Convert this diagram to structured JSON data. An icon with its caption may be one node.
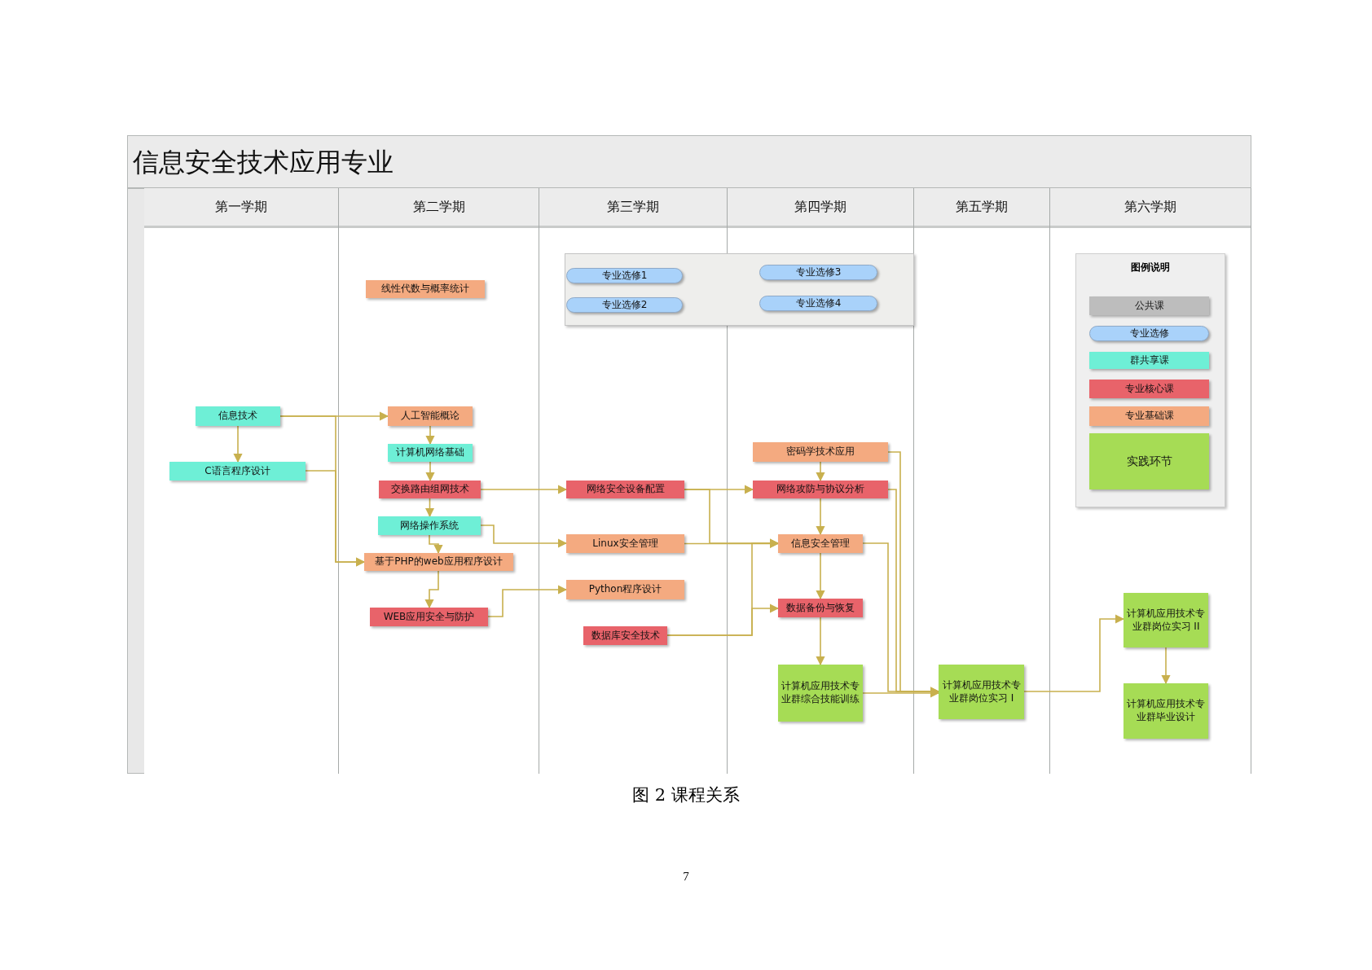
{
  "diagram": {
    "title": "信息安全技术应用专业",
    "caption": "图 2 课程关系",
    "nodes": [
      {
        "text": [
          "第一学期"
        ]
      },
      {
        "text": [
          "第二学期"
        ]
      },
      {
        "text": [
          "第三学期"
        ]
      },
      {
        "text": [
          "第四学期"
        ]
      },
      {
        "text": [
          "第五学期"
        ]
      },
      {
        "text": [
          "第六学期"
        ]
      },
      {
        "text": [
          "信息技术"
        ],
        "in": 0
      },
      {
        "text": [
          "C语言程序设计"
        ],
        "in": 0
      },
      {
        "text": [
          "线性代数与概率统计"
        ],
        "in": 1
      },
      {
        "text": [
          "人工智能概论"
        ],
        "in": 1
      },
      {
        "text": [
          "计算机网络基础"
        ],
        "in": 1
      },
      {
        "text": [
          "交换路由组网技术"
        ],
        "in": 1
      },
      {
        "text": [
          "网络操作系统"
        ],
        "in": 1
      },
      {
        "text": [
          "基于PHP的web应用程序设计"
        ],
        "in": 1
      },
      {
        "text": [
          "WEB应用安全与防护"
        ],
        "in": 1
      },
      {
        "text": [
          "网络安全设备配置"
        ],
        "in": 2
      },
      {
        "text": [
          "Linux安全管理"
        ],
        "in": 2
      },
      {
        "text": [
          "Python程序设计"
        ],
        "in": 2
      },
      {
        "text": [
          "数据库安全技术"
        ],
        "in": 2
      },
      {
        "text": [
          "密码学技术应用"
        ],
        "in": 3
      },
      {
        "text": [
          "网络攻防与协议分析"
        ],
        "in": 3
      },
      {
        "text": [
          "信息安全管理"
        ],
        "in": 3
      },
      {
        "text": [
          "数据备份与恢复"
        ],
        "in": 3
      },
      {
        "text": [
          "计算机应用技术专业群综合技能训练"
        ],
        "in": 3
      },
      {
        "text": [
          "计算机应用技术专业群岗位实习 I"
        ],
        "in": 4
      },
      {
        "text": [
          "计算机应用技术专业群岗位实习 II"
        ],
        "in": 5
      },
      {
        "text": [
          "计算机应用技术专业群毕业设计"
        ],
        "in": 5
      },
      {
        "text": [],
        "shape": "box"
      },
      {
        "text": [
          "专业选修1"
        ]
      },
      {
        "text": [
          "专业选修2"
        ]
      },
      {
        "text": [
          "专业选修3"
        ]
      },
      {
        "text": [
          "专业选修4"
        ]
      }
    ],
    "edges": [
      {
        "from": 6,
        "to": 9,
        "arrow": "to"
      },
      {
        "from": 6,
        "to": 7,
        "arrow": "to"
      },
      {
        "from": 6,
        "to": 13,
        "arrow": "to"
      },
      {
        "from": 7,
        "to": 13,
        "arrow": "to"
      },
      {
        "from": 9,
        "to": 10,
        "arrow": "to"
      },
      {
        "from": 10,
        "to": 11,
        "arrow": "to"
      },
      {
        "from": 11,
        "to": 12,
        "arrow": "to"
      },
      {
        "from": 12,
        "to": 13,
        "arrow": "to"
      },
      {
        "from": 13,
        "to": 14,
        "arrow": "to"
      },
      {
        "from": 11,
        "to": 15,
        "arrow": "to"
      },
      {
        "from": 12,
        "to": 16,
        "arrow": "to"
      },
      {
        "from": 14,
        "to": 17,
        "arrow": "to"
      },
      {
        "from": 15,
        "to": 20,
        "arrow": "to"
      },
      {
        "from": 15,
        "to": 21,
        "arrow": "to"
      },
      {
        "from": 16,
        "to": 21,
        "arrow": "to"
      },
      {
        "from": 18,
        "to": 22,
        "arrow": "to"
      },
      {
        "from": 18,
        "to": 21,
        "arrow": "to"
      },
      {
        "from": 19,
        "to": 20,
        "arrow": "to"
      },
      {
        "from": 20,
        "to": 21,
        "arrow": "to"
      },
      {
        "from": 21,
        "to": 22,
        "arrow": "to"
      },
      {
        "from": 22,
        "to": 23,
        "arrow": "to"
      },
      {
        "from": 19,
        "to": 24,
        "arrow": "to"
      },
      {
        "from": 20,
        "to": 24,
        "arrow": "to"
      },
      {
        "from": 21,
        "to": 24,
        "arrow": "to"
      },
      {
        "from": 23,
        "to": 24,
        "arrow": "to"
      },
      {
        "from": 24,
        "to": 25,
        "arrow": "to"
      },
      {
        "from": 25,
        "to": 26,
        "arrow": "to"
      }
    ],
    "labels": [
      "图例说明",
      "7"
    ],
    "legend": [
      {
        "text": "公共课",
        "color": "#bdbdbd"
      },
      {
        "text": "专业选修",
        "color": "#a9d2fa"
      },
      {
        "text": "群共享课",
        "color": "#6eefd6"
      },
      {
        "text": "专业核心课",
        "color": "#e8636a"
      },
      {
        "text": "专业基础课",
        "color": "#f4aa80"
      },
      {
        "text": "实践环节",
        "color": "#a6dc55"
      }
    ]
  }
}
